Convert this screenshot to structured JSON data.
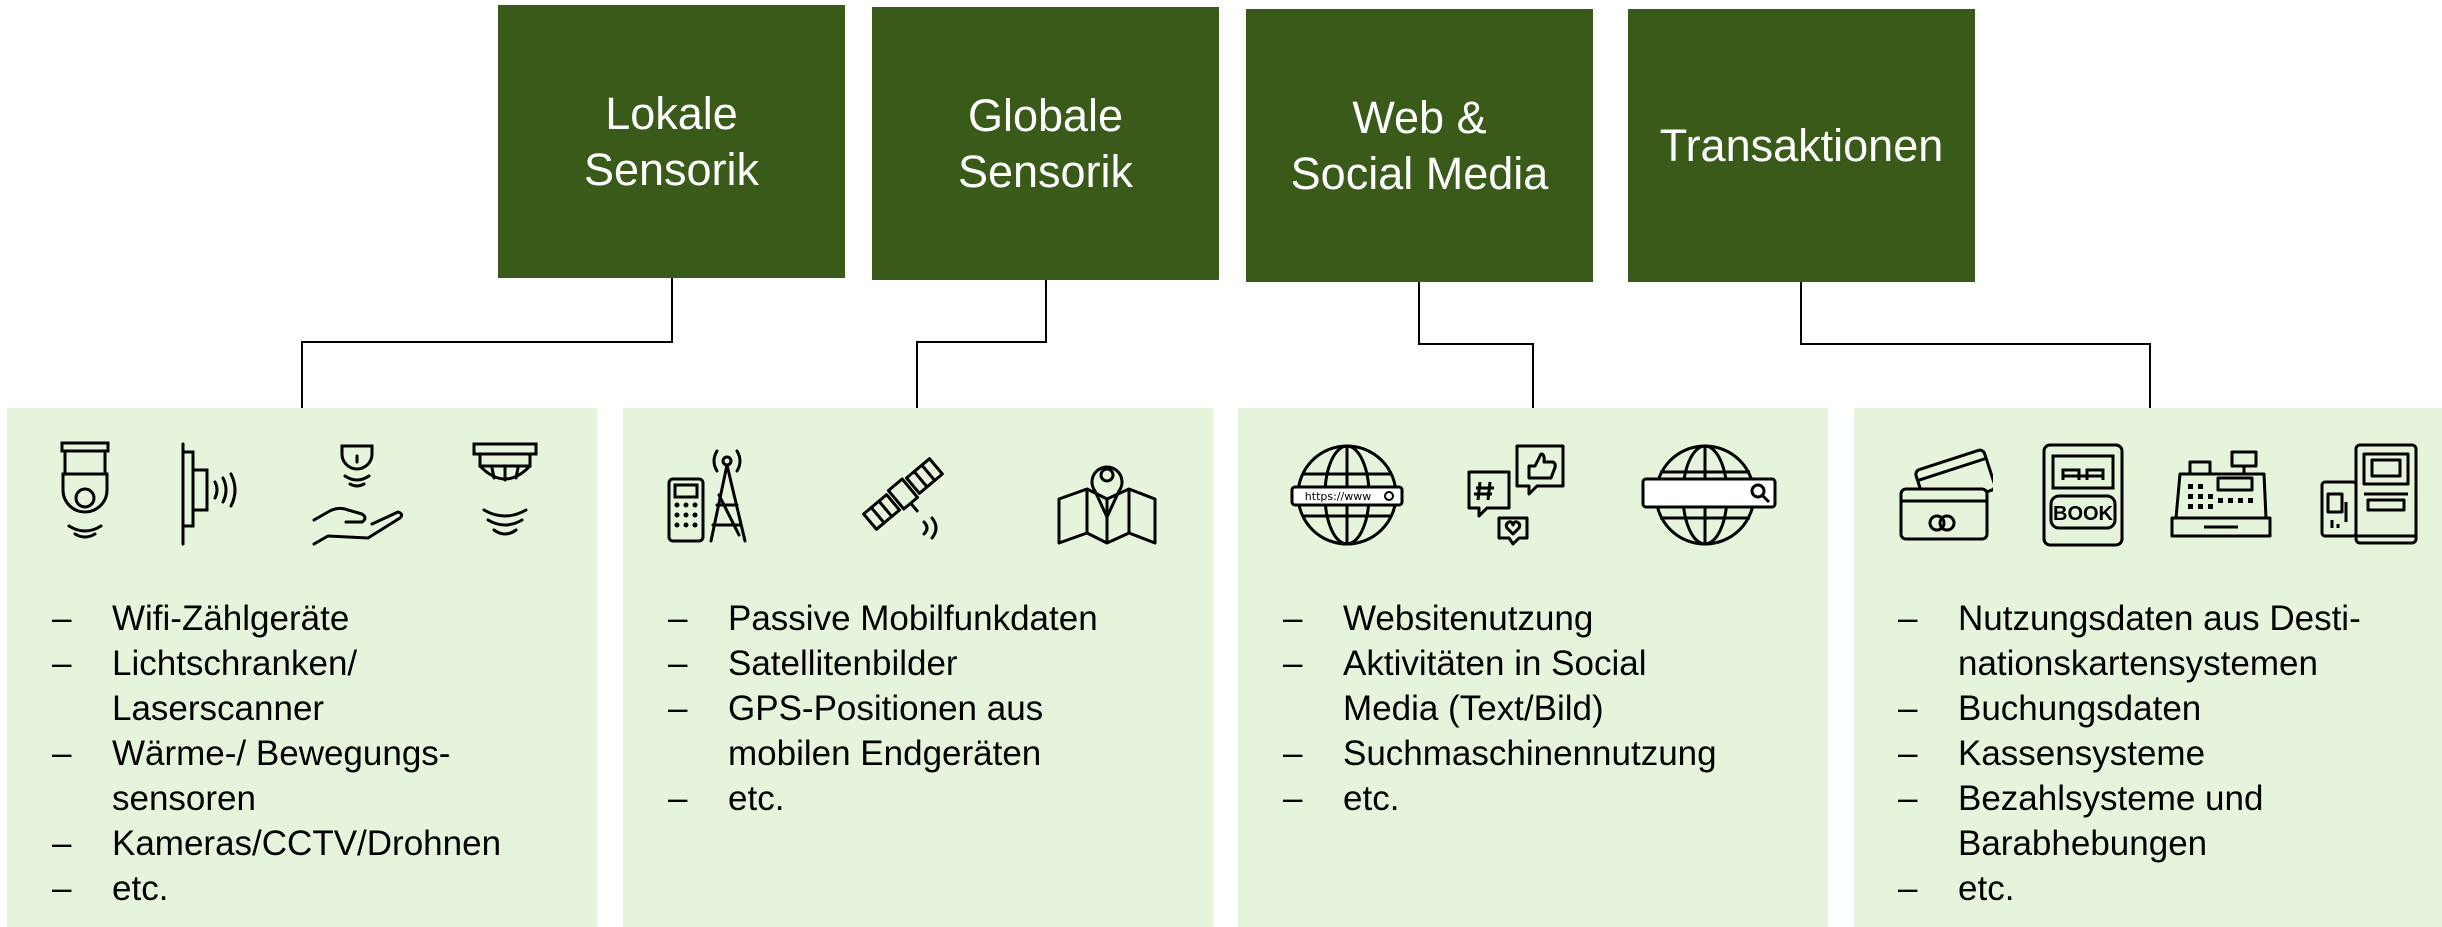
{
  "categories": [
    {
      "title": "Lokale\nSensorik",
      "icons": [
        "security-camera-icon",
        "light-barrier-sensor-icon",
        "hand-sensor-icon",
        "smoke-detector-sensor-icon"
      ],
      "items": [
        "Wifi-Zählgeräte",
        "Lichtschranken/\nLaserscanner",
        "Wärme-/ Bewegungs-\nsensoren",
        "Kameras/CCTV/Drohnen",
        "etc."
      ]
    },
    {
      "title": "Globale\nSensorik",
      "icons": [
        "mobile-tower-icon",
        "satellite-icon",
        "map-pin-icon"
      ],
      "items": [
        "Passive Mobilfunkdaten",
        "Satellitenbilder",
        "GPS-Positionen aus\nmobilen Endgeräten",
        "etc."
      ]
    },
    {
      "title": "Web &\nSocial Media",
      "icons": [
        "globe-url-icon",
        "social-media-icon",
        "globe-search-icon"
      ],
      "icon_text": "https://www",
      "items": [
        "Websitenutzung",
        "Aktivitäten in Social\nMedia (Text/Bild)",
        "Suchmaschinennutzung",
        "etc."
      ]
    },
    {
      "title": "Transaktionen",
      "icons": [
        "credit-card-icon",
        "book-icon",
        "cash-register-icon",
        "atm-icon"
      ],
      "icon_text": "BOOK",
      "items": [
        "Nutzungsdaten aus Desti-\nnationskartensystemen",
        "Buchungsdaten",
        "Kassensysteme",
        "Bezahlsysteme und\nBarabhebungen",
        "etc."
      ]
    }
  ],
  "colors": {
    "header": "#3a5a19",
    "panel": "#e7f4dc",
    "connector": "#000000"
  }
}
